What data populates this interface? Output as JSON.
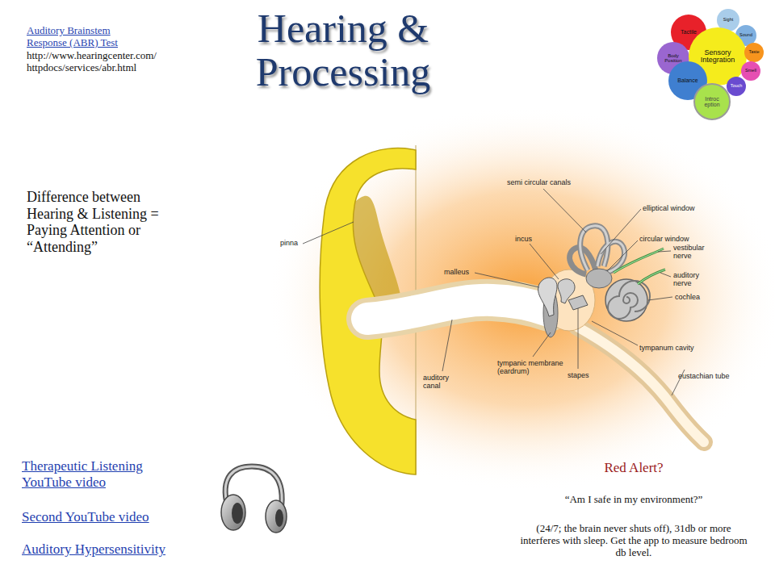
{
  "diagram": {
    "title": "Hearing & Processing",
    "nodes": [
      {
        "text": [
          "Tactile"
        ]
      },
      {
        "text": [
          "Sight"
        ]
      },
      {
        "text": [
          "Sound"
        ]
      },
      {
        "text": [
          "Body Position"
        ]
      },
      {
        "text": [
          "Sensory Integration"
        ]
      },
      {
        "text": [
          "Taste"
        ]
      },
      {
        "text": [
          "Balance"
        ]
      },
      {
        "text": [
          "Smell"
        ]
      },
      {
        "text": [
          "Touch"
        ]
      },
      {
        "text": [
          "Introc eption"
        ]
      }
    ],
    "labels": [
      "Auditory Brainstem Response (ABR) Test",
      "http://www.hearingcenter.com/httpdocs/services/abr.html",
      "Difference between Hearing & Listening = Paying Attention or “Attending”",
      "semi circular canals",
      "elliptical window",
      "incus",
      "circular window",
      "vestibular nerve",
      "pinna",
      "malleus",
      "auditory nerve",
      "cochlea",
      "tympanum cavity",
      "tympanic membrane (eardrum)",
      "stapes",
      "eustachian tube",
      "auditory canal",
      "Therapeutic Listening YouTube video",
      "Second YouTube video",
      "Auditory Hypersensitivity",
      "Red Alert?",
      "“Am I safe in my environment?”",
      "(24/7; the brain never shuts off), 31db or more interferes with sleep. Get the app to measure bedroom db level."
    ]
  }
}
